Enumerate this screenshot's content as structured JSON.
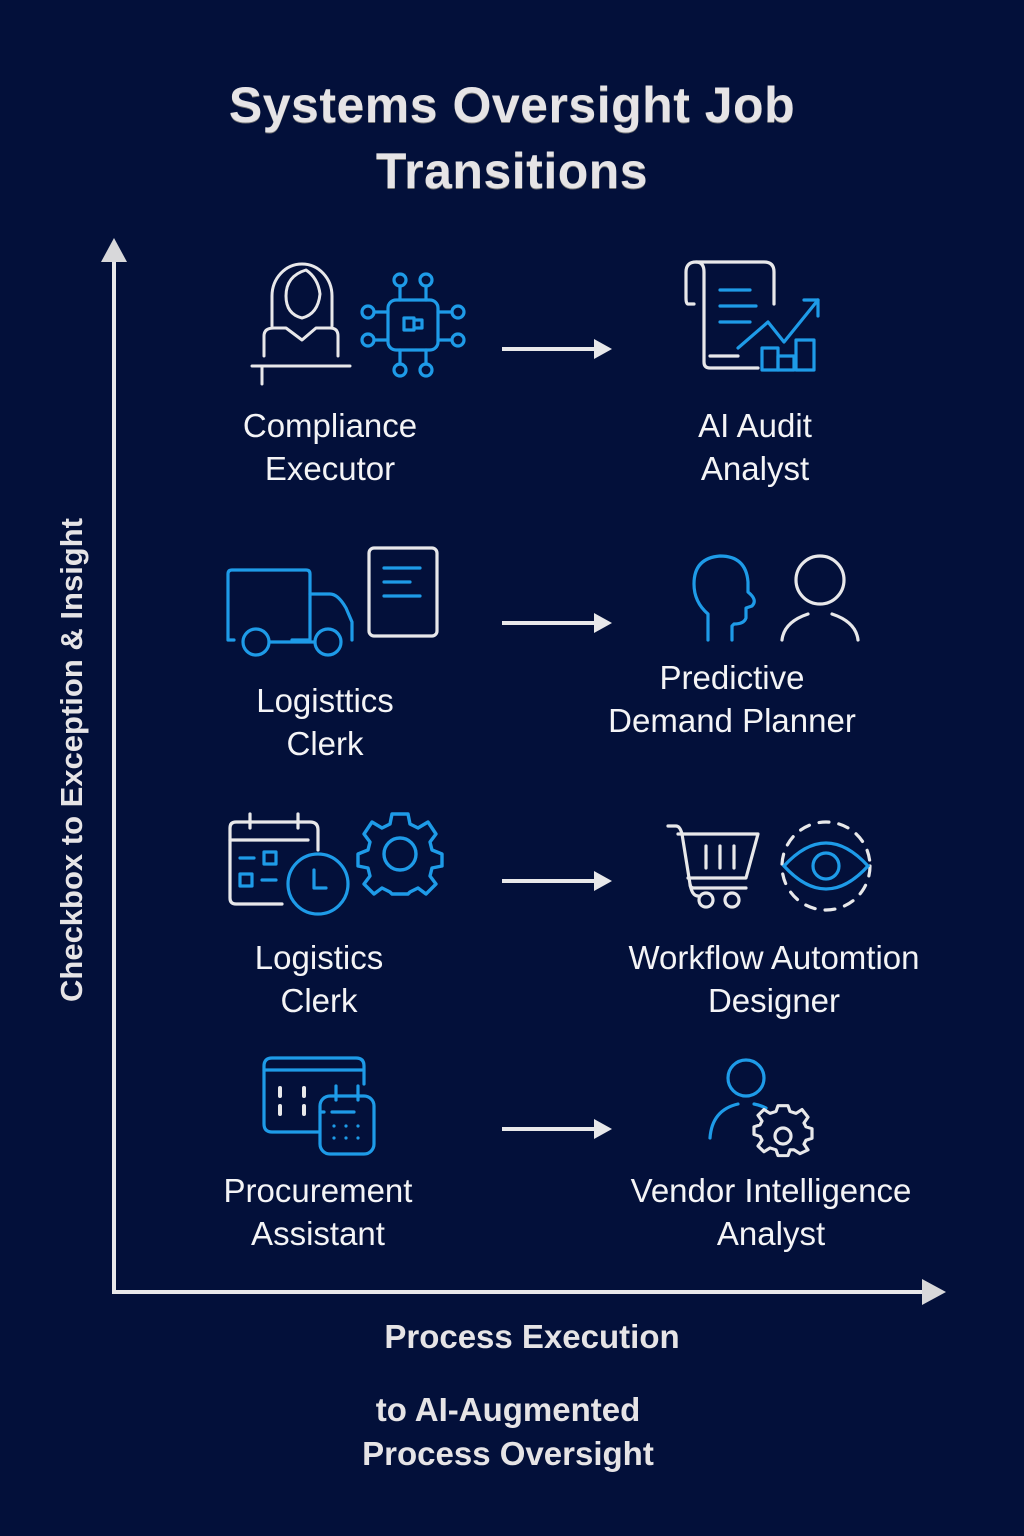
{
  "title": {
    "line1": "Systems Oversight Job",
    "line2": "Transitions"
  },
  "axes": {
    "y_label": "Checkbox to Exception & Insight",
    "x_label_line1": "Process Execution",
    "x_label_line2": "to AI-Augmented",
    "x_label_line3": "Process Oversight"
  },
  "colors": {
    "background": "#03103a",
    "accent_blue": "#1e9be8",
    "line_white": "#e8e8ea"
  },
  "transitions": [
    {
      "from": {
        "line1": "Compliance",
        "line2": "Executor",
        "icons": [
          "person-at-desk-icon",
          "ai-chip-icon"
        ]
      },
      "to": {
        "line1": "AI Audit",
        "line2": "Analyst",
        "icons": [
          "document-with-chart-icon"
        ]
      }
    },
    {
      "from": {
        "line1": "Logisttics",
        "line2": "Clerk",
        "icons": [
          "delivery-truck-icon",
          "document-icon"
        ]
      },
      "to": {
        "line1": "Predictive",
        "line2": "Demand Planner",
        "icons": [
          "head-profile-icon",
          "user-icon"
        ]
      }
    },
    {
      "from": {
        "line1": "Logistics",
        "line2": "Clerk",
        "icons": [
          "calendar-clock-icon",
          "gear-icon"
        ]
      },
      "to": {
        "line1": "Workflow Automtion",
        "line2": "Designer",
        "icons": [
          "shopping-cart-icon",
          "eye-monitor-icon"
        ]
      }
    },
    {
      "from": {
        "line1": "Procurement",
        "line2": "Assistant",
        "icons": [
          "schedule-calendar-icon"
        ]
      },
      "to": {
        "line1": "Vendor Intelligence",
        "line2": "Analyst",
        "icons": [
          "user-gear-icon"
        ]
      }
    }
  ]
}
